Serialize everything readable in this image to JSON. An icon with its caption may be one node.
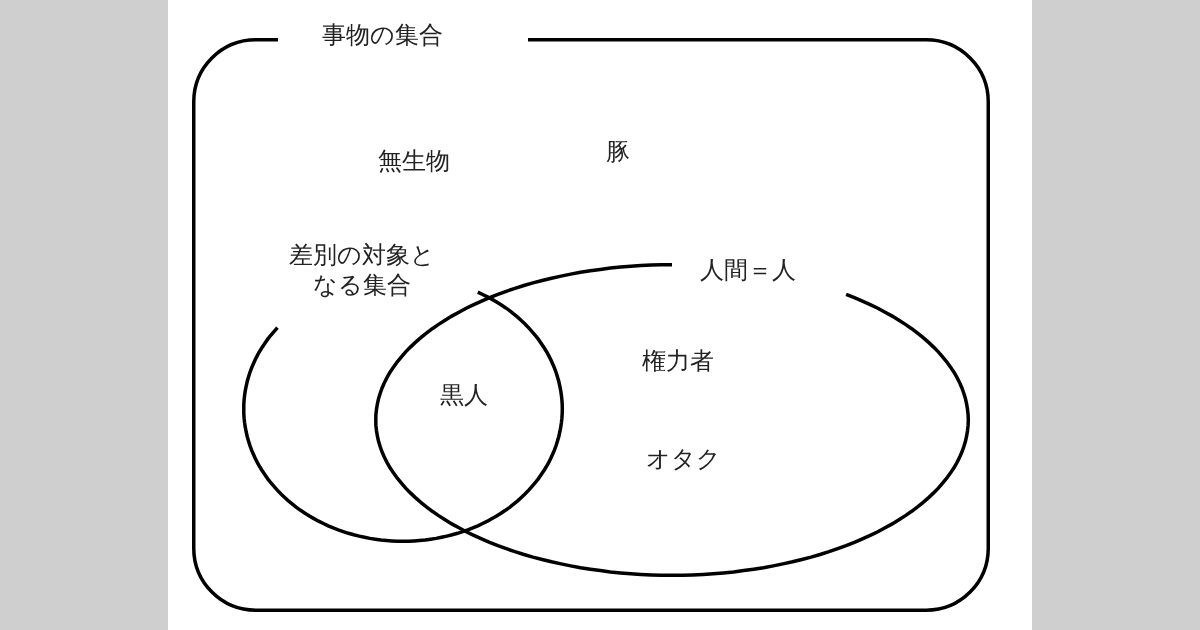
{
  "diagram": {
    "nodes": [
      {
        "text": [
          "事物の集合"
        ]
      },
      {
        "text": [
          "差別の対象となる集合"
        ],
        "in": 0
      },
      {
        "text": [
          "人間＝人",
          "権力者",
          "オタク"
        ],
        "in": 0
      }
    ],
    "edges": [],
    "labels": [
      "無生物",
      "豚",
      "黒人"
    ]
  }
}
